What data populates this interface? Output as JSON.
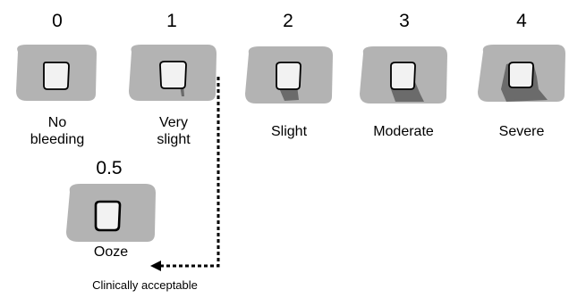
{
  "colors": {
    "pad": "#b3b3b3",
    "bleed": "#6b6b6b",
    "square_fill": "#f2f2f2",
    "outline": "#000000"
  },
  "grades": [
    {
      "score": "0",
      "label_lines": [
        "No",
        "bleeding"
      ],
      "bleed_level": 0
    },
    {
      "score": "1",
      "label_lines": [
        "Very",
        "slight"
      ],
      "bleed_level": 1
    },
    {
      "score": "2",
      "label_lines": [
        "Slight"
      ],
      "bleed_level": 2
    },
    {
      "score": "3",
      "label_lines": [
        "Moderate"
      ],
      "bleed_level": 3
    },
    {
      "score": "4",
      "label_lines": [
        "Severe"
      ],
      "bleed_level": 4
    },
    {
      "score": "0.5",
      "label_lines": [
        "Ooze"
      ],
      "bleed_level": 0.5
    }
  ],
  "annotation": {
    "text": "Clinically acceptable",
    "icon": "dashed-arrow-left"
  }
}
